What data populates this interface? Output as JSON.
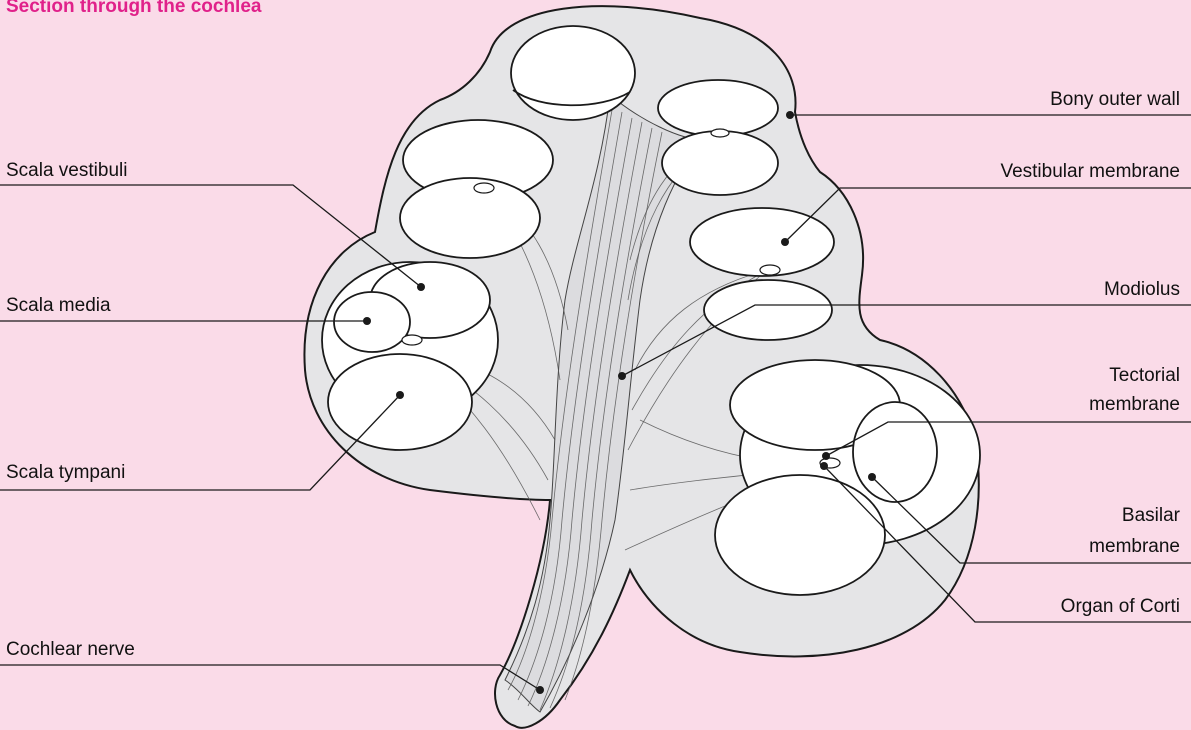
{
  "title": "Section through the cochlea",
  "colors": {
    "background": "#fadbe8",
    "title": "#e0218a",
    "bone": "#e5e5e7",
    "outline": "#1a1a1a"
  },
  "labels_left": {
    "scala_vestibuli": "Scala vestibuli",
    "scala_media": "Scala media",
    "scala_tympani": "Scala tympani",
    "cochlear_nerve": "Cochlear nerve"
  },
  "labels_right": {
    "bony_outer_wall": "Bony outer wall",
    "vestibular_membrane": "Vestibular membrane",
    "modiolus": "Modiolus",
    "tectorial_line1": "Tectorial",
    "tectorial_line2": "membrane",
    "basilar_line1": "Basilar",
    "basilar_line2": "membrane",
    "organ_of_corti": "Organ of Corti"
  }
}
